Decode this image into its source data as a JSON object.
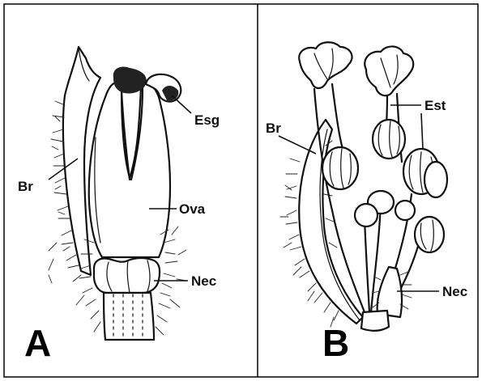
{
  "panels": [
    {
      "letter": "A",
      "labels": {
        "bract": "Br",
        "stigma": "Esg",
        "ovary": "Ova",
        "nectary": "Nec"
      }
    },
    {
      "letter": "B",
      "labels": {
        "bract": "Br",
        "stamen": "Est",
        "nectary": "Nec"
      }
    }
  ]
}
